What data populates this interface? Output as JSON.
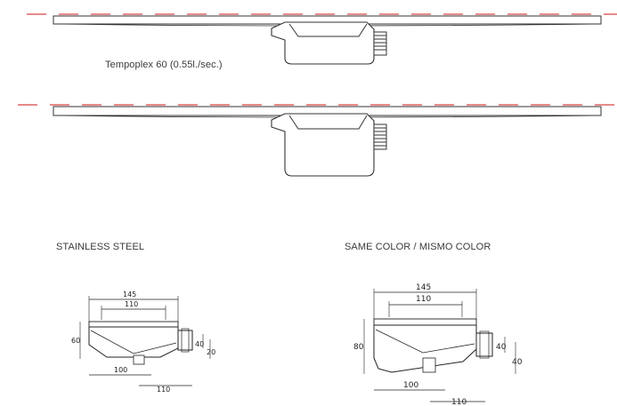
{
  "labels": {
    "model_caption": "Tempoplex 60 (0.55l./sec.)",
    "stainless_heading": "STAINLESS STEEL",
    "same_color_heading": "SAME COLOR / MISMO COLOR"
  },
  "drawing_small": {
    "width_outer": "145",
    "width_inner": "110",
    "height_total": "60",
    "outlet_diameter": "40",
    "outlet_height": "20",
    "base_width": "100",
    "outlet_offset": "110"
  },
  "drawing_large": {
    "width_outer": "145",
    "width_inner": "110",
    "height_total": "80",
    "outlet_diameter": "40",
    "outlet_height": "40",
    "base_width": "100",
    "outlet_offset": "110"
  },
  "colors": {
    "water_line": "#d64545",
    "line_art": "#333333"
  }
}
